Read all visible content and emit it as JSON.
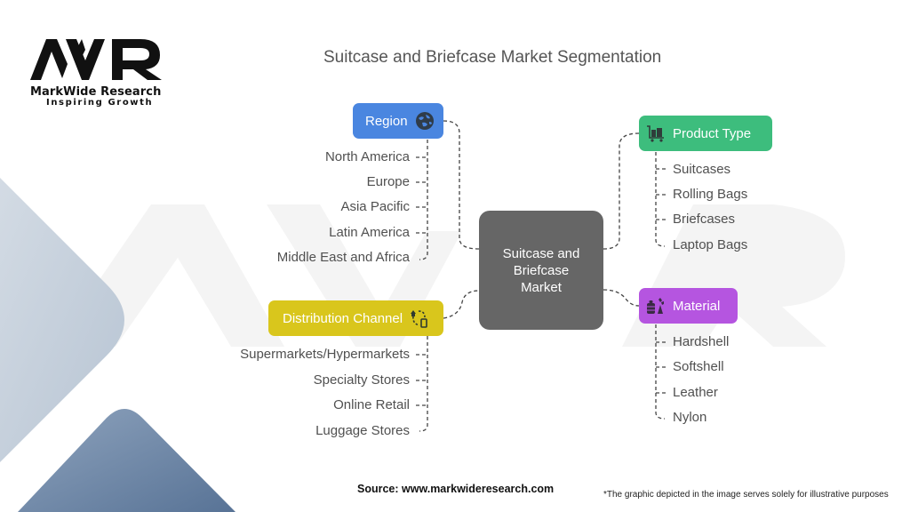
{
  "brand": {
    "logo_text": "MWR",
    "name": "MarkWide Research",
    "tagline": "Inspiring Growth"
  },
  "title": "Suitcase and Briefcase Market Segmentation",
  "center": {
    "lines": [
      "Suitcase and",
      "Briefcase",
      "Market"
    ]
  },
  "segments": {
    "region": {
      "label": "Region",
      "icon": "globe-icon",
      "color": "#4a86e0",
      "items": [
        "North America",
        "Europe",
        "Asia Pacific",
        "Latin America",
        "Middle East and Africa"
      ]
    },
    "product_type": {
      "label": "Product Type",
      "icon": "luggage-cart-icon",
      "color": "#3dbd7d",
      "items": [
        "Suitcases",
        "Rolling Bags",
        "Briefcases",
        "Laptop Bags"
      ]
    },
    "distribution_channel": {
      "label": "Distribution Channel",
      "icon": "store-to-mobile-icon",
      "color": "#d9c61c",
      "items": [
        "Supermarkets/Hypermarkets",
        "Specialty Stores",
        "Online Retail",
        "Luggage Stores"
      ]
    },
    "material": {
      "label": "Material",
      "icon": "material-fabric-icon",
      "color": "#b555e0",
      "items": [
        "Hardshell",
        "Softshell",
        "Leather",
        "Nylon"
      ]
    }
  },
  "footer": {
    "source": "Source: www.markwideresearch.com",
    "note": "*The graphic depicted in the image serves solely for illustrative purposes"
  }
}
